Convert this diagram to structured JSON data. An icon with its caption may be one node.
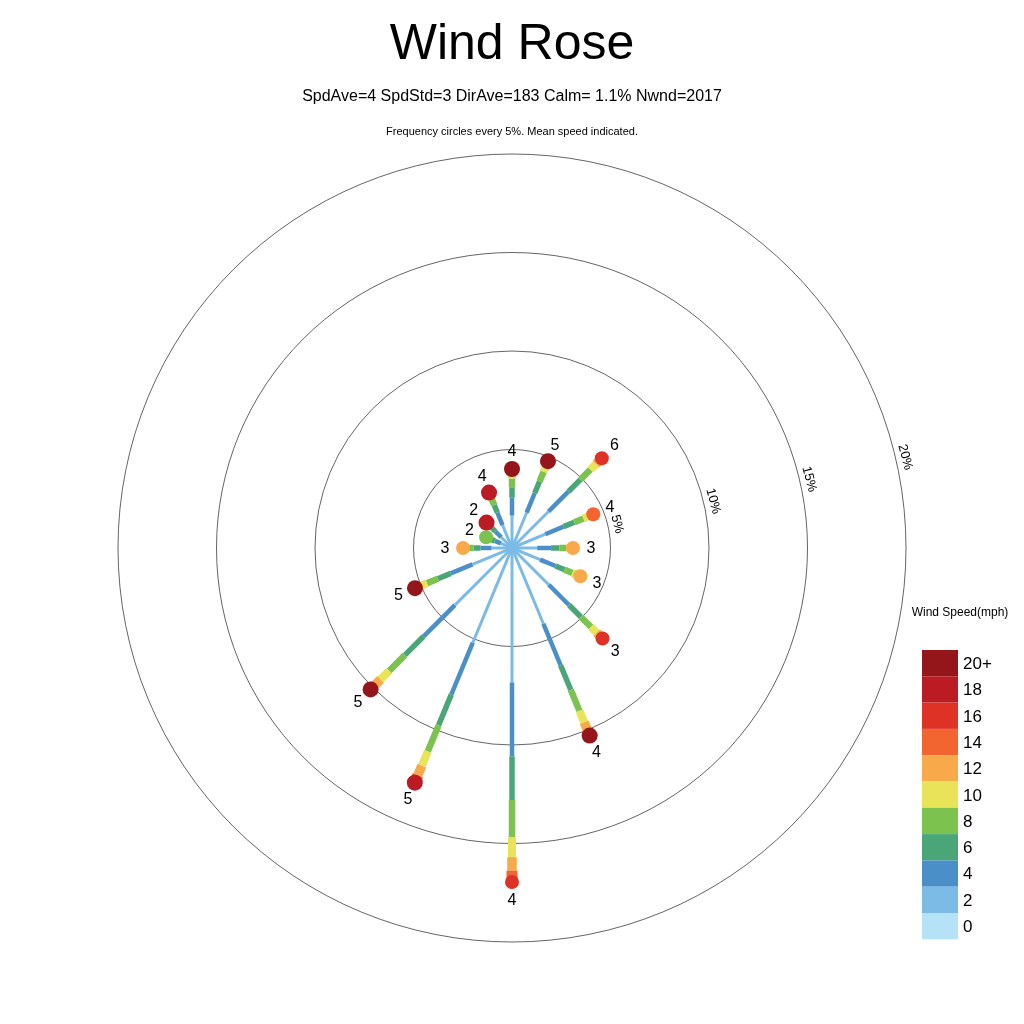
{
  "diagram": {
    "title": "Wind Rose",
    "labels": [
      "SpdAve=4  SpdStd=3  DirAve=183   Calm= 1.1%  Nwnd=2017",
      "Frequency circles every 5%. Mean speed indicated.",
      "4",
      "5",
      "6",
      "4",
      "3",
      "3",
      "3",
      "4",
      "4",
      "5",
      "5",
      "5",
      "3",
      "2",
      "2",
      "4",
      "5%",
      "10%",
      "15%",
      "20%",
      "Wind Speed(mph)"
    ],
    "legend": [
      {
        "text": "20+",
        "color": "#94161a"
      },
      {
        "text": "18",
        "color": "#bb1b23"
      },
      {
        "text": "16",
        "color": "#de3226"
      },
      {
        "text": "14",
        "color": "#f26430"
      },
      {
        "text": "12",
        "color": "#f8a94a"
      },
      {
        "text": "10",
        "color": "#e9e35a"
      },
      {
        "text": "8",
        "color": "#7cc24f"
      },
      {
        "text": "6",
        "color": "#4aa677"
      },
      {
        "text": "4",
        "color": "#4a8fc7"
      },
      {
        "text": "2",
        "color": "#7bbbe6"
      },
      {
        "text": "0",
        "color": "#b5e2f7"
      }
    ]
  }
}
